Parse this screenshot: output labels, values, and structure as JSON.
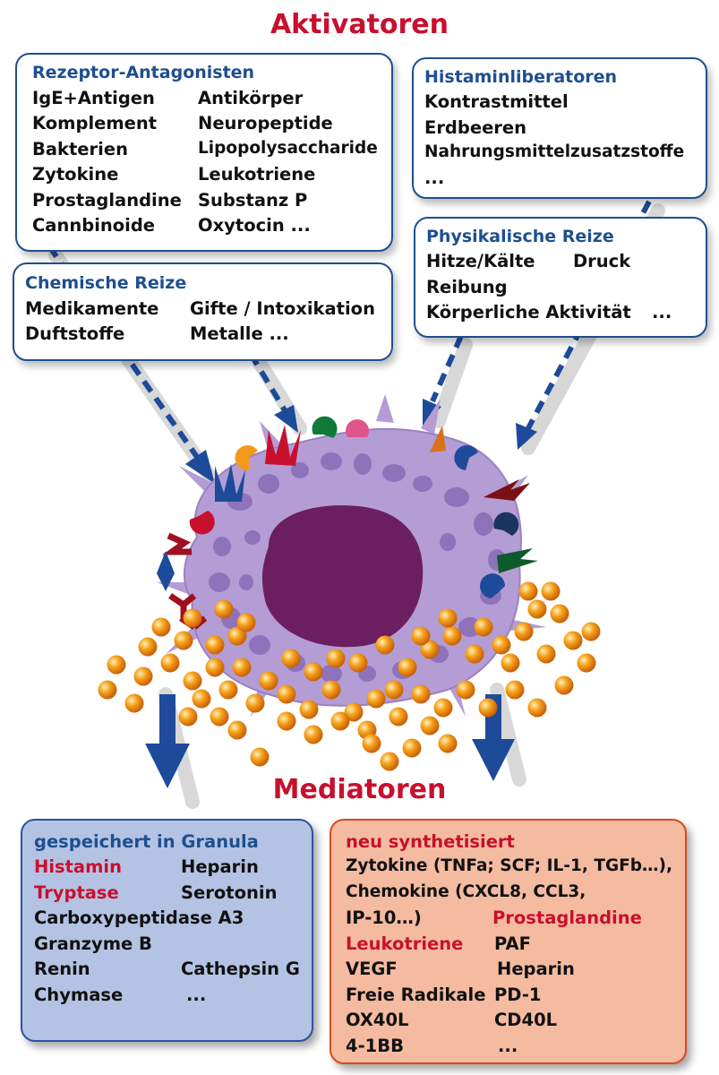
{
  "titles": {
    "top": "Aktivatoren",
    "bottom": "Mediatoren"
  },
  "rezeptor": {
    "header": "Rezeptor-Antagonisten",
    "col1": [
      "IgE+Antigen",
      "Komplement",
      "Bakterien",
      "Zytokine",
      "Prostaglandine",
      "Cannbinoide"
    ],
    "col2": [
      "Antikörper",
      "Neuropeptide",
      "Lipopolysaccharide",
      "Leukotriene",
      "Substanz P",
      "Oxytocin  ..."
    ]
  },
  "histamin": {
    "header": "Histaminliberatoren",
    "items": [
      "Kontrastmittel",
      "Erdbeeren",
      "Nahrungsmittelzusatzstoffe",
      "..."
    ]
  },
  "chemisch": {
    "header": "Chemische Reize",
    "col1": [
      "Medikamente",
      "Duftstoffe"
    ],
    "col2": [
      "Gifte / Intoxikation",
      "Metalle   ..."
    ]
  },
  "physikalisch": {
    "header": "Physikalische Reize",
    "row1a": "Hitze/Kälte",
    "row1b": "Druck",
    "row2": "Reibung",
    "row3a": "Körperliche Aktivität",
    "row3b": "..."
  },
  "granula": {
    "header": "gespeichert in Granula",
    "col1": [
      "Histamin",
      "Tryptase",
      "Carboxypeptidase A3",
      "Granzyme B",
      "Renin",
      "Chymase"
    ],
    "col2": [
      "Heparin",
      "Serotonin",
      "",
      "",
      "Cathepsin G",
      "..."
    ]
  },
  "synth": {
    "header": "neu synthetisiert",
    "line1": "Zytokine (TNFa; SCF; IL-1, TGFb…),",
    "line2": "Chemokine (CXCL8, CCL3,",
    "line3a": "IP-10…)",
    "line3b": "Prostaglandine",
    "col1": [
      "Leukotriene",
      "VEGF",
      "Freie Radikale",
      "OX40L",
      "4-1BB"
    ],
    "col2": [
      "PAF",
      "Heparin",
      "PD-1",
      "CD40L",
      "..."
    ]
  },
  "colors": {
    "title_red": "#c8102e",
    "header_blue": "#1e4f8f",
    "granula_bg": "#b4c3e4",
    "synth_bg": "#f4bba0",
    "synth_border": "#d94a1a",
    "cell_body": "#b39dd4",
    "nucleus": "#6b1f60",
    "granule": "#f39a1c"
  }
}
